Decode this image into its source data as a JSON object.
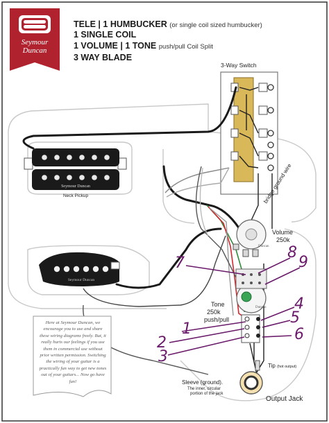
{
  "brand": {
    "line1": "Seymour",
    "line2": "Duncan"
  },
  "header": {
    "line1_bold": "TELE | 1 HUMBUCKER",
    "line1_small": "(or single coil sized humbucker)",
    "line2": "1 SINGLE COIL",
    "line3_bold": "1 VOLUME | 1 TONE",
    "line3_small": "push/pull Coil Split",
    "line4": "3 WAY BLADE"
  },
  "labels": {
    "switch": "3-Way Switch",
    "neck_pickup": "Neck Pickup",
    "humbucker_brand": "Seymour Duncan",
    "single_brand": "Seymour Duncan",
    "bridge_ground": "bridge ground wire",
    "volume": "Volume",
    "volume_value": "250k",
    "volume_pot_brand": "Duncan",
    "tone": "Tone",
    "tone_value": "250k",
    "tone_type": "push/pull",
    "tone_pot_brand": "Duncan",
    "tip": "Tip",
    "tip_note": "(hot output)",
    "sleeve": "Sleeve (ground).",
    "sleeve_note1": "The inner, circular",
    "sleeve_note2": "portion of the jack",
    "output_jack": "Output Jack"
  },
  "note": "Here at Seymour Duncan, we encourage you to use and share these wiring diagrams freely. But, it really hurts our feelings if you use them in commercial use without prior written permission. Switching the wiring of your guitar is a practically fun way to get new tones out of your guitars... Now go have fun!",
  "handwritten": [
    "7",
    "8",
    "9",
    "4",
    "5",
    "6",
    "1",
    "2",
    "3"
  ],
  "colors": {
    "brand_red": "#b0232e",
    "wire_red": "#d4282e",
    "wire_green": "#2e8b3d",
    "switch_gold": "#d9b85a",
    "annotation_purple": "#6a1b6a"
  }
}
